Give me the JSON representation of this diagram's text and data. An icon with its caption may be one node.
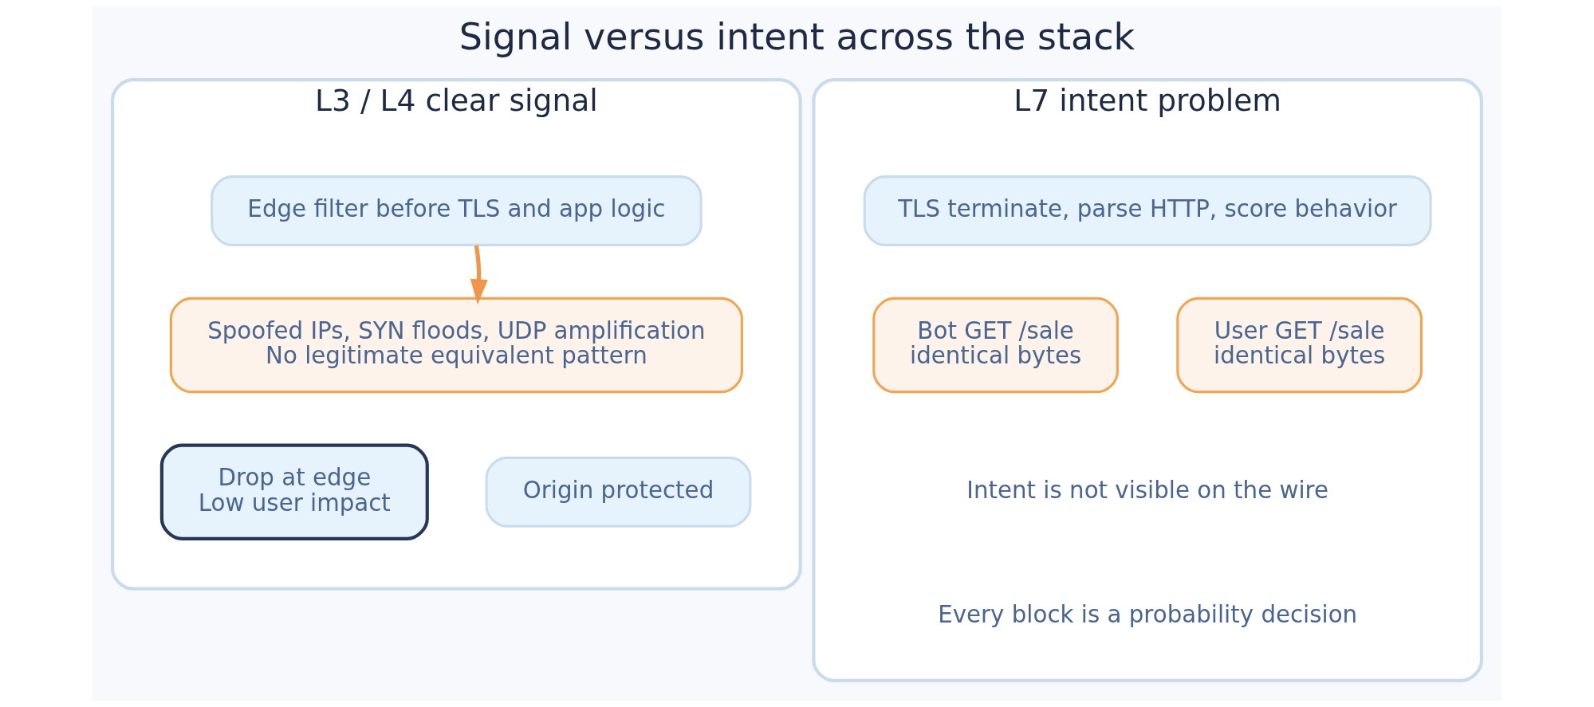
{
  "diagram": {
    "title": "Signal versus intent across the stack",
    "nodes": [
      {
        "text": [
          "L3 / L4 clear signal"
        ]
      },
      {
        "text": [
          "Edge filter before TLS and app logic"
        ],
        "in": 0
      },
      {
        "text": [
          "Spoofed IPs, SYN floods, UDP amplification",
          "No legitimate equivalent pattern"
        ],
        "in": 0
      },
      {
        "text": [
          "Drop at edge",
          "Low user impact"
        ],
        "in": 0
      },
      {
        "text": [
          "Origin protected"
        ],
        "in": 0
      },
      {
        "text": [
          "L7 intent problem"
        ]
      },
      {
        "text": [
          "TLS terminate, parse HTTP, score behavior"
        ],
        "in": 5
      },
      {
        "text": [
          "Bot GET /sale",
          "identical bytes"
        ],
        "in": 5
      },
      {
        "text": [
          "User GET /sale",
          "identical bytes"
        ],
        "in": 5
      }
    ],
    "edges": [
      {
        "from": 1,
        "to": 2,
        "arrow": "to"
      }
    ],
    "labels": [
      "Intent is not visible on the wire",
      "Every block is a probability decision"
    ]
  }
}
